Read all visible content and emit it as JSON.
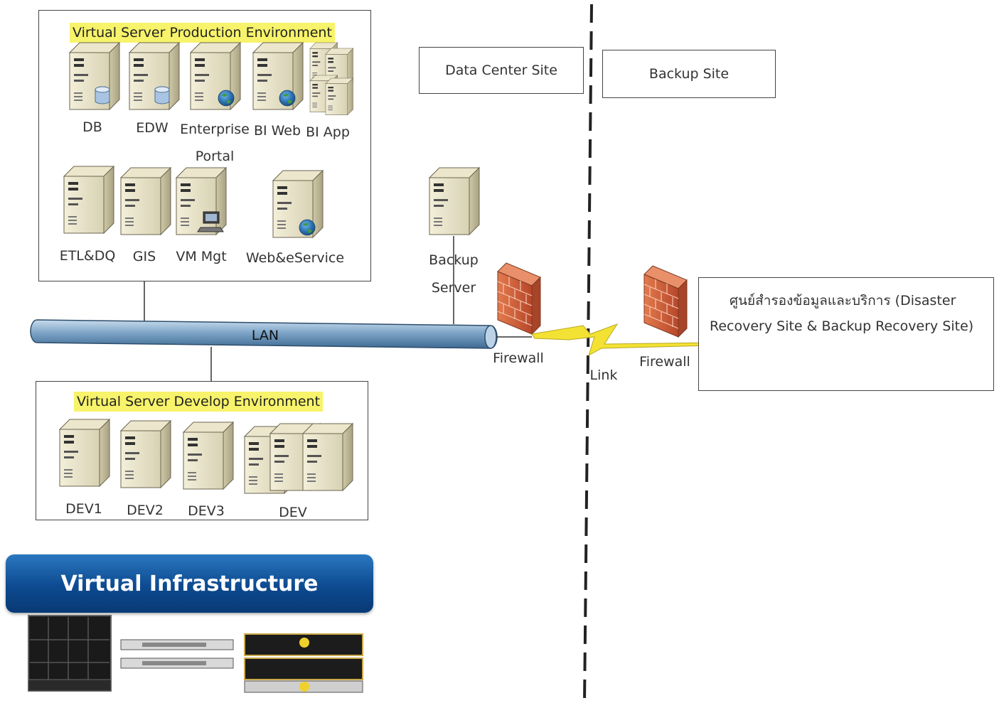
{
  "production": {
    "title": "Virtual Server Production Environment",
    "servers": [
      "DB",
      "EDW",
      "Enterprise",
      "BI Web",
      "BI App"
    ],
    "portal_line": "Portal",
    "servers_row2": [
      "ETL&DQ",
      "GIS",
      "VM Mgt",
      "Web&eService"
    ]
  },
  "develop": {
    "title": "Virtual Server Develop Environment",
    "servers": [
      "DEV1",
      "DEV2",
      "DEV3",
      "DEV"
    ]
  },
  "lan_label": "LAN",
  "backup_server": {
    "line1": "Backup",
    "line2": "Server"
  },
  "sites": {
    "data_center": "Data Center Site",
    "backup": "Backup Site"
  },
  "firewall_left": "Firewall",
  "firewall_right": "Firewall",
  "link_label": "Link",
  "dr_site": {
    "line1": "ศูนย์สำรองข้อมูลและบริการ (Disaster",
    "line2": "Recovery Site & Backup Recovery Site)"
  },
  "virtual_infrastructure": "Virtual Infrastructure",
  "colors": {
    "highlight": "#f7f36a",
    "infra_bar": "#0d4a90",
    "lan": "#6f98bd",
    "firewall": "#d9623a",
    "link": "#f3e233"
  }
}
